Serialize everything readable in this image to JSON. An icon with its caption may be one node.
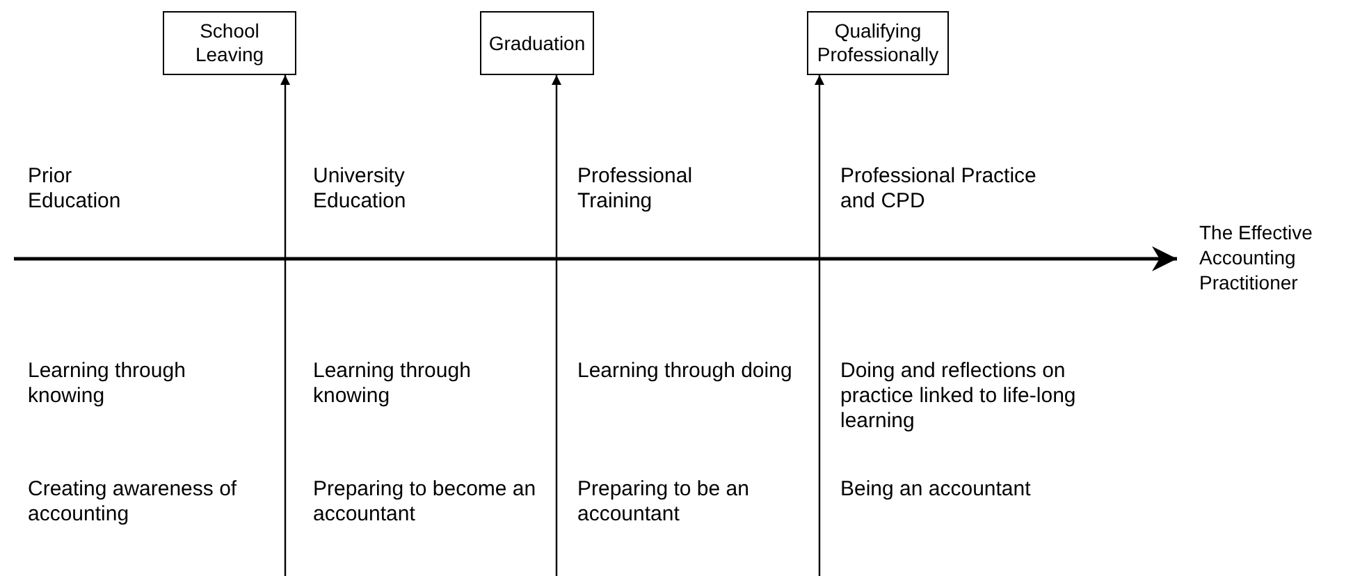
{
  "diagram": {
    "nodes": [
      {
        "text": [
          "School Leaving"
        ]
      },
      {
        "text": [
          "Graduation"
        ]
      },
      {
        "text": [
          "Qualifying Professionally"
        ]
      },
      {
        "text": [
          "The Effective Accounting Practitioner"
        ]
      }
    ],
    "edges": [
      {
        "from": null,
        "to": 0,
        "arrow": "to"
      },
      {
        "from": null,
        "to": 1,
        "arrow": "to"
      },
      {
        "from": null,
        "to": 2,
        "arrow": "to"
      },
      {
        "from": null,
        "to": 3,
        "arrow": "to"
      }
    ],
    "labels": [
      "Prior Education",
      "University Education",
      "Professional Training",
      "Professional Practice and CPD",
      "Learning through knowing",
      "Learning through knowing",
      "Learning through doing",
      "Doing and reflections on practice linked to life-long learning",
      "Creating awareness of accounting",
      "Preparing to become an accountant",
      "Preparing to be an accountant",
      "Being an accountant"
    ]
  }
}
